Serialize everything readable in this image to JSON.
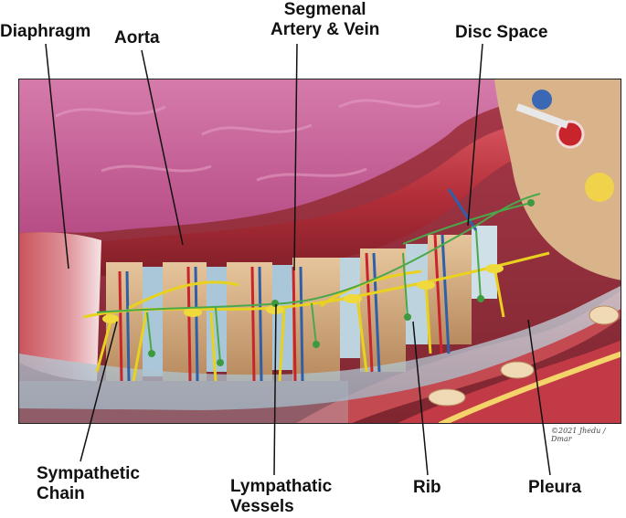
{
  "labels": {
    "diaphragm": "Diaphragm",
    "aorta": "Aorta",
    "segmental_line1": "Segmenal",
    "segmental_line2": "Artery & Vein",
    "disc_space": "Disc Space",
    "sympathetic_line1": "Sympathetic",
    "sympathetic_line2": "Chain",
    "lymphatic_line1": "Lympathatic",
    "lymphatic_line2": "Vessels",
    "rib": "Rib",
    "pleura": "Pleura"
  },
  "signature": "©2021 Jhedu / Dmar",
  "colors": {
    "lung": "#c65a92",
    "aorta": "#b9333f",
    "vertebra": "#d9b38a",
    "disc": "#a9c7d8",
    "nerve": "#e8d21f",
    "lymphatic": "#4aa84a",
    "artery": "#c8242c",
    "vein": "#2f5fa8",
    "pleura": "#b9d3df",
    "muscle": "#c44a52"
  }
}
